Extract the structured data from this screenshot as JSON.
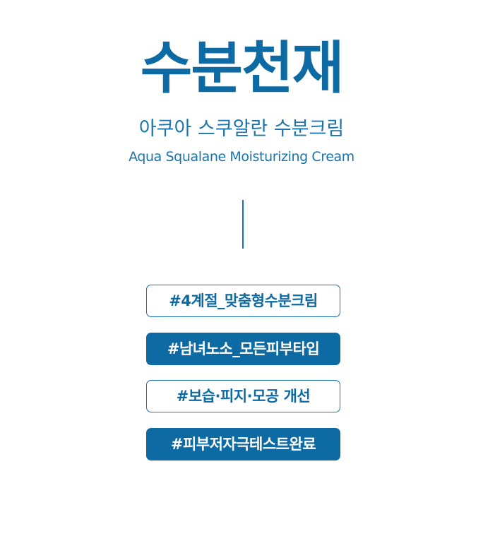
{
  "title": "수분천재",
  "subtitle_ko": "아쿠아 스쿠알란 수분크림",
  "subtitle_en": "Aqua Squalane Moisturizing Cream",
  "tags": [
    {
      "label": "#4계절_맞춤형수분크림",
      "style": "outline"
    },
    {
      "label": "#남녀노소_모든피부타입",
      "style": "filled"
    },
    {
      "label": "#보습·피지·모공 개선",
      "style": "outline"
    },
    {
      "label": "#피부저자극테스트완료",
      "style": "filled"
    }
  ],
  "colors": {
    "accent": "#0e6aa3",
    "text": "#1a74ad",
    "background": "#ffffff"
  }
}
